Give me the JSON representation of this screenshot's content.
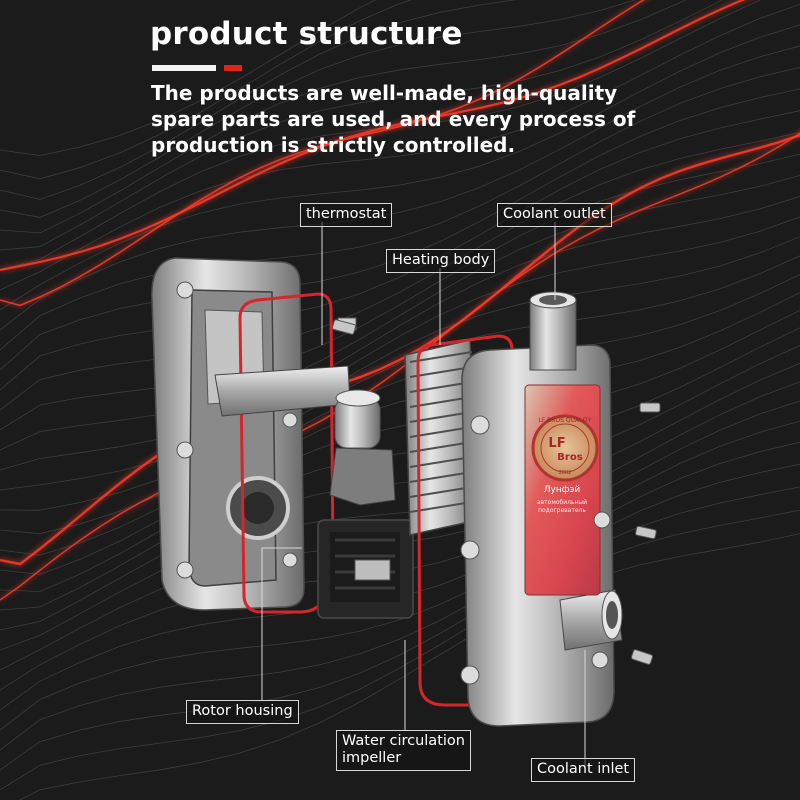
{
  "header": {
    "title": "product structure",
    "description": "The products are well-made, high-quality\nspare parts are used, and every process of\nproduction is strictly controlled."
  },
  "labels": {
    "thermostat": "thermostat",
    "coolant_outlet": "Coolant outlet",
    "heating_body": "Heating body",
    "rotor_housing": "Rotor housing",
    "water_circulation_impeller": "Water circulation\nimpeller",
    "coolant_inlet": "Coolant inlet"
  },
  "device_badge": {
    "ring_text": "LF BROS QUALITY",
    "brand_line1": "LF",
    "brand_line2": "Bros",
    "year": "2002",
    "model": "Лунфэй",
    "subtitle_line1": "автомобильный",
    "subtitle_line2": "подогреватель"
  },
  "colors": {
    "background": "#1a1a1a",
    "accent_red": "#e2231a",
    "glow_red": "#ff3a2a",
    "metal": "#c8c8c8",
    "text": "#ffffff"
  }
}
